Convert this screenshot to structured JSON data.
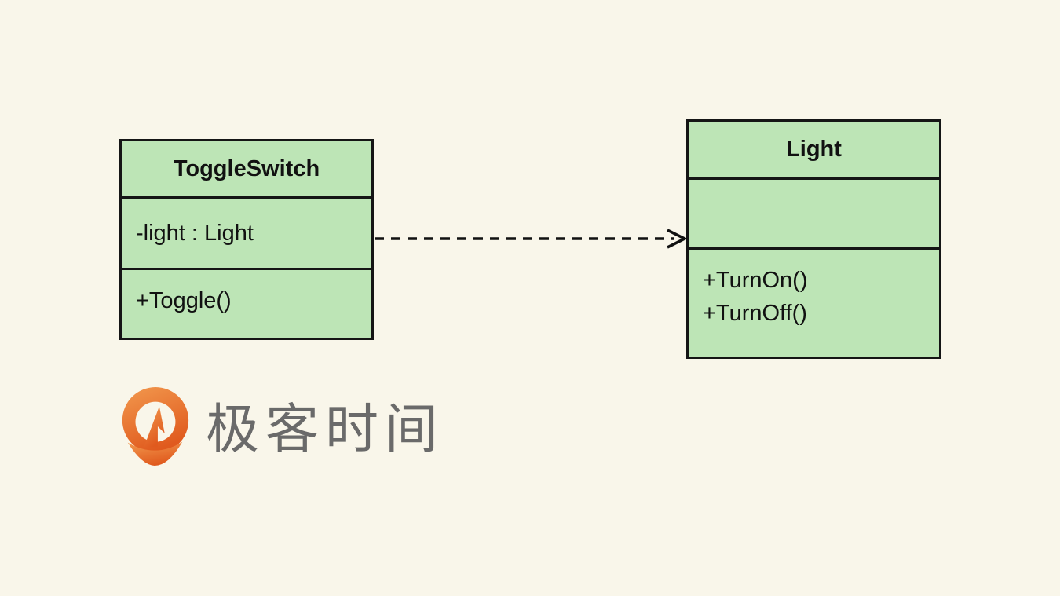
{
  "canvas": {
    "background": "#f9f6ea"
  },
  "diagram": {
    "type": "uml-class-diagram",
    "node_fill": "#bde5b6",
    "node_border": "#151515",
    "classes": [
      {
        "name": "ToggleSwitch",
        "attributes": [
          "-light : Light"
        ],
        "methods": [
          "+Toggle()"
        ]
      },
      {
        "name": "Light",
        "attributes": [],
        "methods": [
          "+TurnOn()",
          "+TurnOff()"
        ]
      }
    ],
    "relationship": {
      "type": "dependency",
      "from": "ToggleSwitch",
      "to": "Light",
      "line_style": "dashed",
      "arrowhead": "open",
      "color": "#111111"
    }
  },
  "logo": {
    "brand_text": "极客时间",
    "text_color": "#6a6a6a",
    "mark_color_top": "#f2994e",
    "mark_color_bottom": "#e05a1e"
  }
}
